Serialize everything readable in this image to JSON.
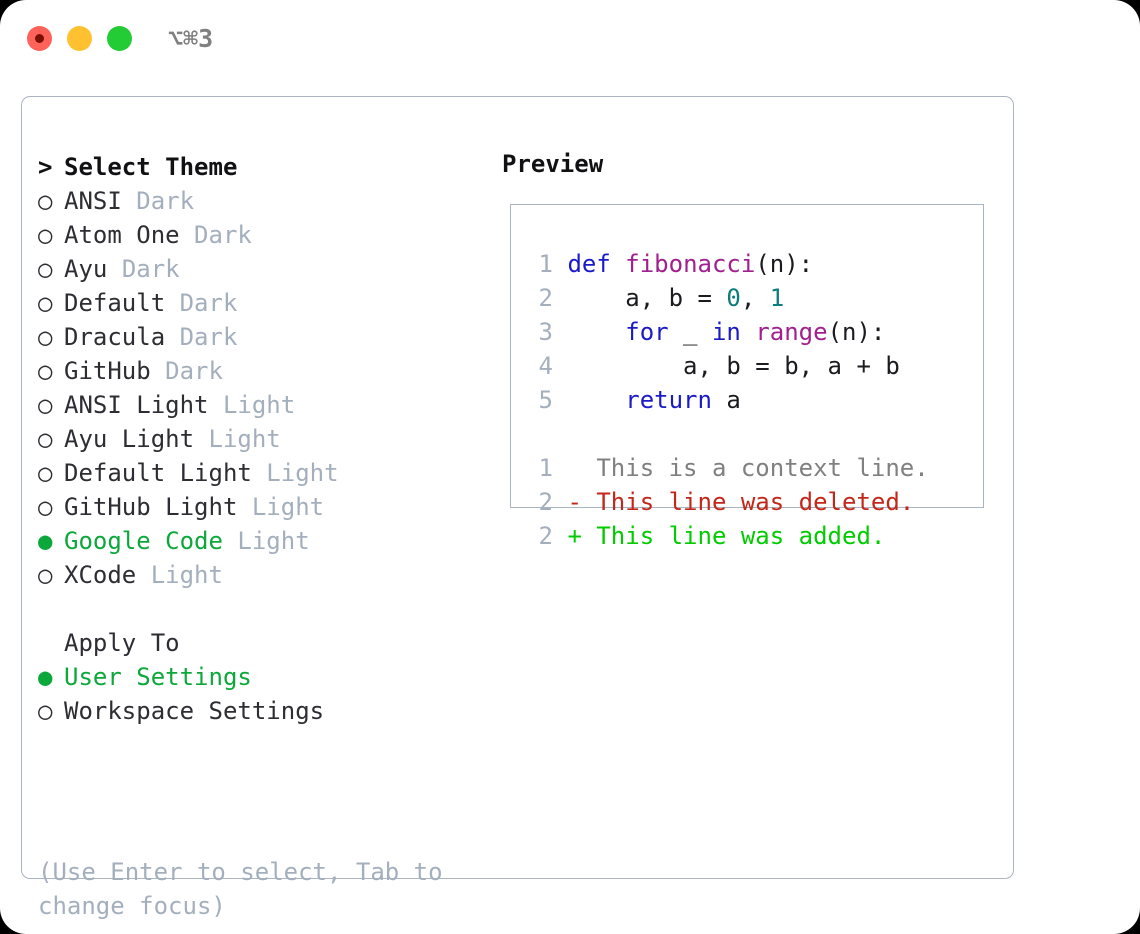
{
  "window": {
    "shortcut": "⌥⌘3",
    "traffic_lights": [
      "close-red",
      "minimize-yellow",
      "maximize-green"
    ]
  },
  "left": {
    "header": {
      "marker": ">",
      "label": "Select Theme"
    },
    "themes": [
      {
        "marker": "○",
        "name": "ANSI",
        "tag": "Dark",
        "selected": false
      },
      {
        "marker": "○",
        "name": "Atom One",
        "tag": "Dark",
        "selected": false
      },
      {
        "marker": "○",
        "name": "Ayu",
        "tag": "Dark",
        "selected": false
      },
      {
        "marker": "○",
        "name": "Default",
        "tag": "Dark",
        "selected": false
      },
      {
        "marker": "○",
        "name": "Dracula",
        "tag": "Dark",
        "selected": false
      },
      {
        "marker": "○",
        "name": "GitHub",
        "tag": "Dark",
        "selected": false
      },
      {
        "marker": "○",
        "name": "ANSI Light",
        "tag": "Light",
        "selected": false
      },
      {
        "marker": "○",
        "name": "Ayu Light",
        "tag": "Light",
        "selected": false
      },
      {
        "marker": "○",
        "name": "Default Light",
        "tag": "Light",
        "selected": false
      },
      {
        "marker": "○",
        "name": "GitHub Light",
        "tag": "Light",
        "selected": false
      },
      {
        "marker": "●",
        "name": "Google Code",
        "tag": "Light",
        "selected": true
      },
      {
        "marker": "○",
        "name": "XCode",
        "tag": "Light",
        "selected": false
      }
    ],
    "apply_to": {
      "header": "Apply To",
      "options": [
        {
          "marker": "●",
          "label": "User Settings",
          "selected": true
        },
        {
          "marker": "○",
          "label": "Workspace Settings",
          "selected": false
        }
      ]
    },
    "hint": "(Use Enter to select, Tab to change focus)"
  },
  "right": {
    "title": "Preview",
    "code_lines": [
      {
        "n": "1",
        "tokens": [
          {
            "t": "def",
            "c": "kw"
          },
          {
            "t": " ",
            "c": "txt"
          },
          {
            "t": "fibonacci",
            "c": "fn"
          },
          {
            "t": "(n):",
            "c": "txt"
          }
        ]
      },
      {
        "n": "2",
        "tokens": [
          {
            "t": "    a, b = ",
            "c": "txt"
          },
          {
            "t": "0",
            "c": "num"
          },
          {
            "t": ", ",
            "c": "txt"
          },
          {
            "t": "1",
            "c": "num"
          }
        ]
      },
      {
        "n": "3",
        "tokens": [
          {
            "t": "    ",
            "c": "txt"
          },
          {
            "t": "for",
            "c": "kw"
          },
          {
            "t": " _ ",
            "c": "txt"
          },
          {
            "t": "in",
            "c": "kw"
          },
          {
            "t": " ",
            "c": "txt"
          },
          {
            "t": "range",
            "c": "fn"
          },
          {
            "t": "(n):",
            "c": "txt"
          }
        ]
      },
      {
        "n": "4",
        "tokens": [
          {
            "t": "        a, b = b, a + b",
            "c": "txt"
          }
        ]
      },
      {
        "n": "5",
        "tokens": [
          {
            "t": "    ",
            "c": "txt"
          },
          {
            "t": "return",
            "c": "kw"
          },
          {
            "t": " a",
            "c": "txt"
          }
        ]
      }
    ],
    "diff_lines": [
      {
        "n": "1",
        "sign": "  ",
        "text": "This is a context line.",
        "c": "ctx"
      },
      {
        "n": "2",
        "sign": "- ",
        "text": "This line was deleted.",
        "c": "del"
      },
      {
        "n": "2",
        "sign": "+ ",
        "text": "This line was added.",
        "c": "add"
      }
    ]
  },
  "colors": {
    "accent_selected": "#0ca83c",
    "diff_added": "#00cc00",
    "diff_deleted": "#c4261a",
    "diff_context": "#808080",
    "tag_gray": "#a4afbe",
    "keyword": "#1a1ac8",
    "function": "#a0208f",
    "number": "#0e7c7c",
    "border": "#aab4c2"
  }
}
